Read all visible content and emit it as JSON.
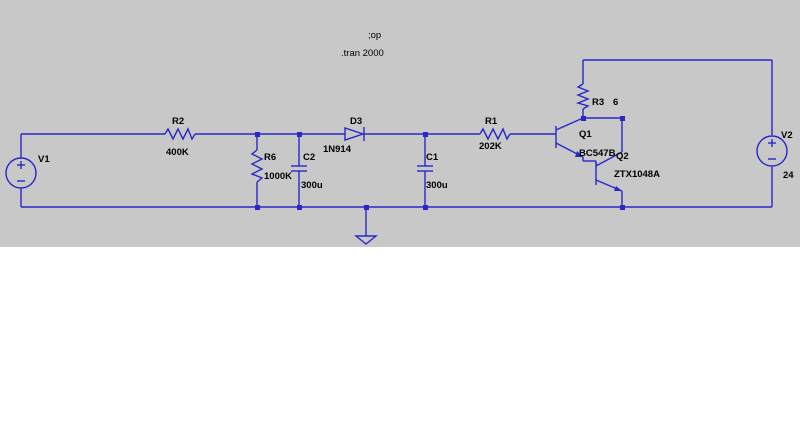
{
  "directives": {
    "op": ";op",
    "tran": ".tran 2000"
  },
  "components": {
    "v1": {
      "name": "V1"
    },
    "v2": {
      "name": "V2",
      "value": "24"
    },
    "r1": {
      "name": "R1",
      "value": "202K"
    },
    "r2": {
      "name": "R2",
      "value": "400K"
    },
    "r3": {
      "name": "R3",
      "value": "6"
    },
    "r6": {
      "name": "R6",
      "value": "1000K"
    },
    "c1": {
      "name": "C1",
      "value": "300u"
    },
    "c2": {
      "name": "C2",
      "value": "300u"
    },
    "d3": {
      "name": "D3",
      "value": "1N914"
    },
    "q1": {
      "name": "Q1",
      "value": "BC547B"
    },
    "q2": {
      "name": "Q2",
      "value": "ZTX1048A"
    }
  },
  "colors": {
    "background": "#c8c8c8",
    "wire": "#2828c8",
    "text": "#000000"
  }
}
